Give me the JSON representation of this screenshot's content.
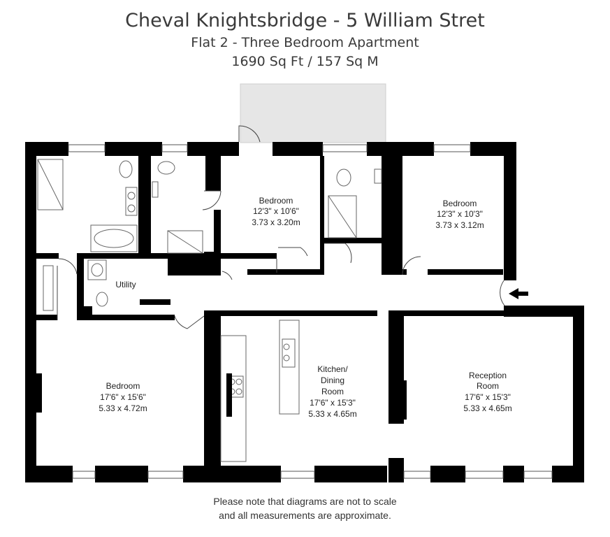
{
  "header": {
    "title": "Cheval Knightsbridge - 5 William Stret",
    "subtitle": "Flat 2 - Three Bedroom Apartment",
    "area": "1690 Sq Ft / 157 Sq M"
  },
  "rooms": {
    "bedroom_top": {
      "name": "Bedroom",
      "imperial": "12'3\" x 10'6\"",
      "metric": "3.73 x 3.20m"
    },
    "bedroom_right": {
      "name": "Bedroom",
      "imperial": "12'3\" x 10'3\"",
      "metric": "3.73 x 3.12m"
    },
    "utility": {
      "name": "Utility"
    },
    "bedroom_left": {
      "name": "Bedroom",
      "imperial": "17'6\" x 15'6\"",
      "metric": "5.33 x 4.72m"
    },
    "kitchen": {
      "name_line1": "Kitchen/",
      "name_line2": "Dining",
      "name_line3": "Room",
      "imperial": "17'6\" x 15'3\"",
      "metric": "5.33 x 4.65m"
    },
    "reception": {
      "name_line1": "Reception",
      "name_line2": "Room",
      "imperial": "17'6\" x 15'3\"",
      "metric": "5.33 x 4.65m"
    }
  },
  "footer": {
    "line1": "Please note that diagrams are not to scale",
    "line2": "and all measurements are approximate."
  },
  "colors": {
    "wall": "#000000",
    "fixture": "#555555",
    "terrace": "#e6e6e6"
  }
}
